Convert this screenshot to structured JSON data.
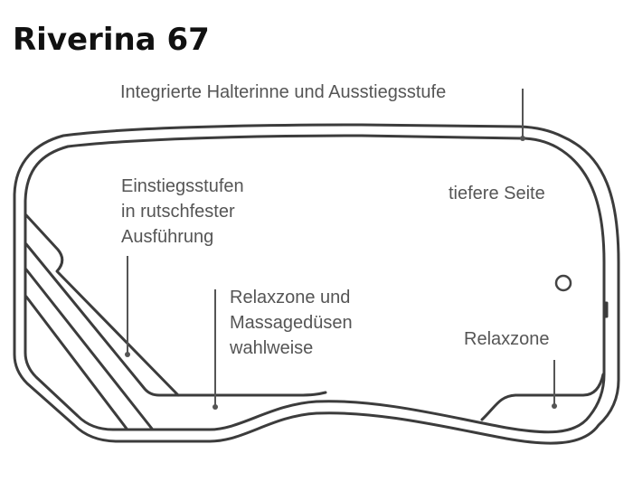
{
  "title": "Riverina 67",
  "labels": {
    "rail": "Integrierte Halterinne und Ausstiegsstufe",
    "steps": [
      "Einstiegsstufen",
      "in rutschfester",
      "Ausführung"
    ],
    "deep_side": "tiefere Seite",
    "relax_jets": [
      "Relaxzone und",
      "Massagedüsen",
      "wahlweise"
    ],
    "relax": "Relaxzone"
  },
  "colors": {
    "outline": "#3c3c3c",
    "text": "#555555",
    "title": "#111111"
  }
}
